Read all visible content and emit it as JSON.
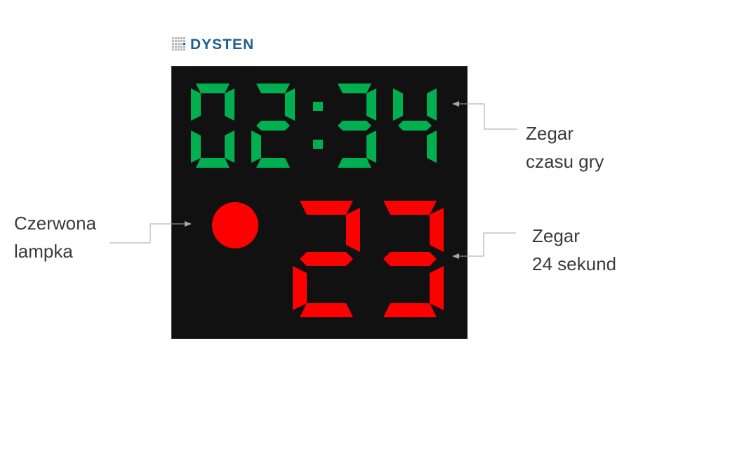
{
  "brand": {
    "logo_text": "DYSTEN"
  },
  "scoreboard": {
    "game_clock": {
      "minutes": "02",
      "seconds": "34",
      "color": "#00b050"
    },
    "shot_clock": {
      "value": "23",
      "color": "#ff0000"
    },
    "red_lamp": {
      "color": "#ff0000",
      "on": true
    },
    "background_color": "#111111"
  },
  "labels": {
    "game_clock": {
      "line1": "Zegar",
      "line2": "czasu gry"
    },
    "shot_clock": {
      "line1": "Zegar",
      "line2": "24 sekund"
    },
    "red_lamp": {
      "line1": "Czerwona",
      "line2": "lampka"
    }
  }
}
